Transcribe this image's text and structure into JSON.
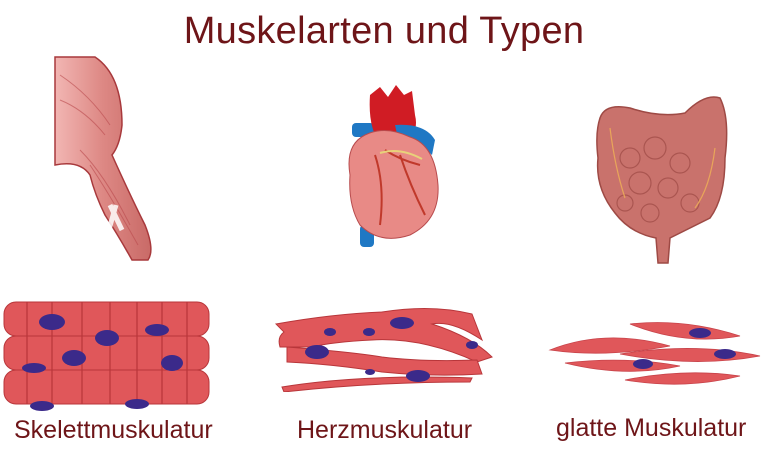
{
  "title": "Muskelarten und Typen",
  "colors": {
    "title": "#6e1518",
    "muscle": "#e0575a",
    "muscle_dark": "#b8363a",
    "nucleus": "#3b2a8a",
    "vessel_red": "#d01c24",
    "vessel_blue": "#1f78c4",
    "organ": "#c9726c"
  },
  "organs": [
    {
      "name": "arm",
      "icon": "arm-muscle-illustration"
    },
    {
      "name": "heart",
      "icon": "heart-illustration"
    },
    {
      "name": "intestine",
      "icon": "intestine-illustration"
    }
  ],
  "tissues": [
    {
      "label": "Skelettmuskulatur",
      "icon": "skeletal-muscle-tissue-illustration"
    },
    {
      "label": "Herzmuskulatur",
      "icon": "cardiac-muscle-tissue-illustration"
    },
    {
      "label": "glatte Muskulatur",
      "icon": "smooth-muscle-tissue-illustration"
    }
  ]
}
